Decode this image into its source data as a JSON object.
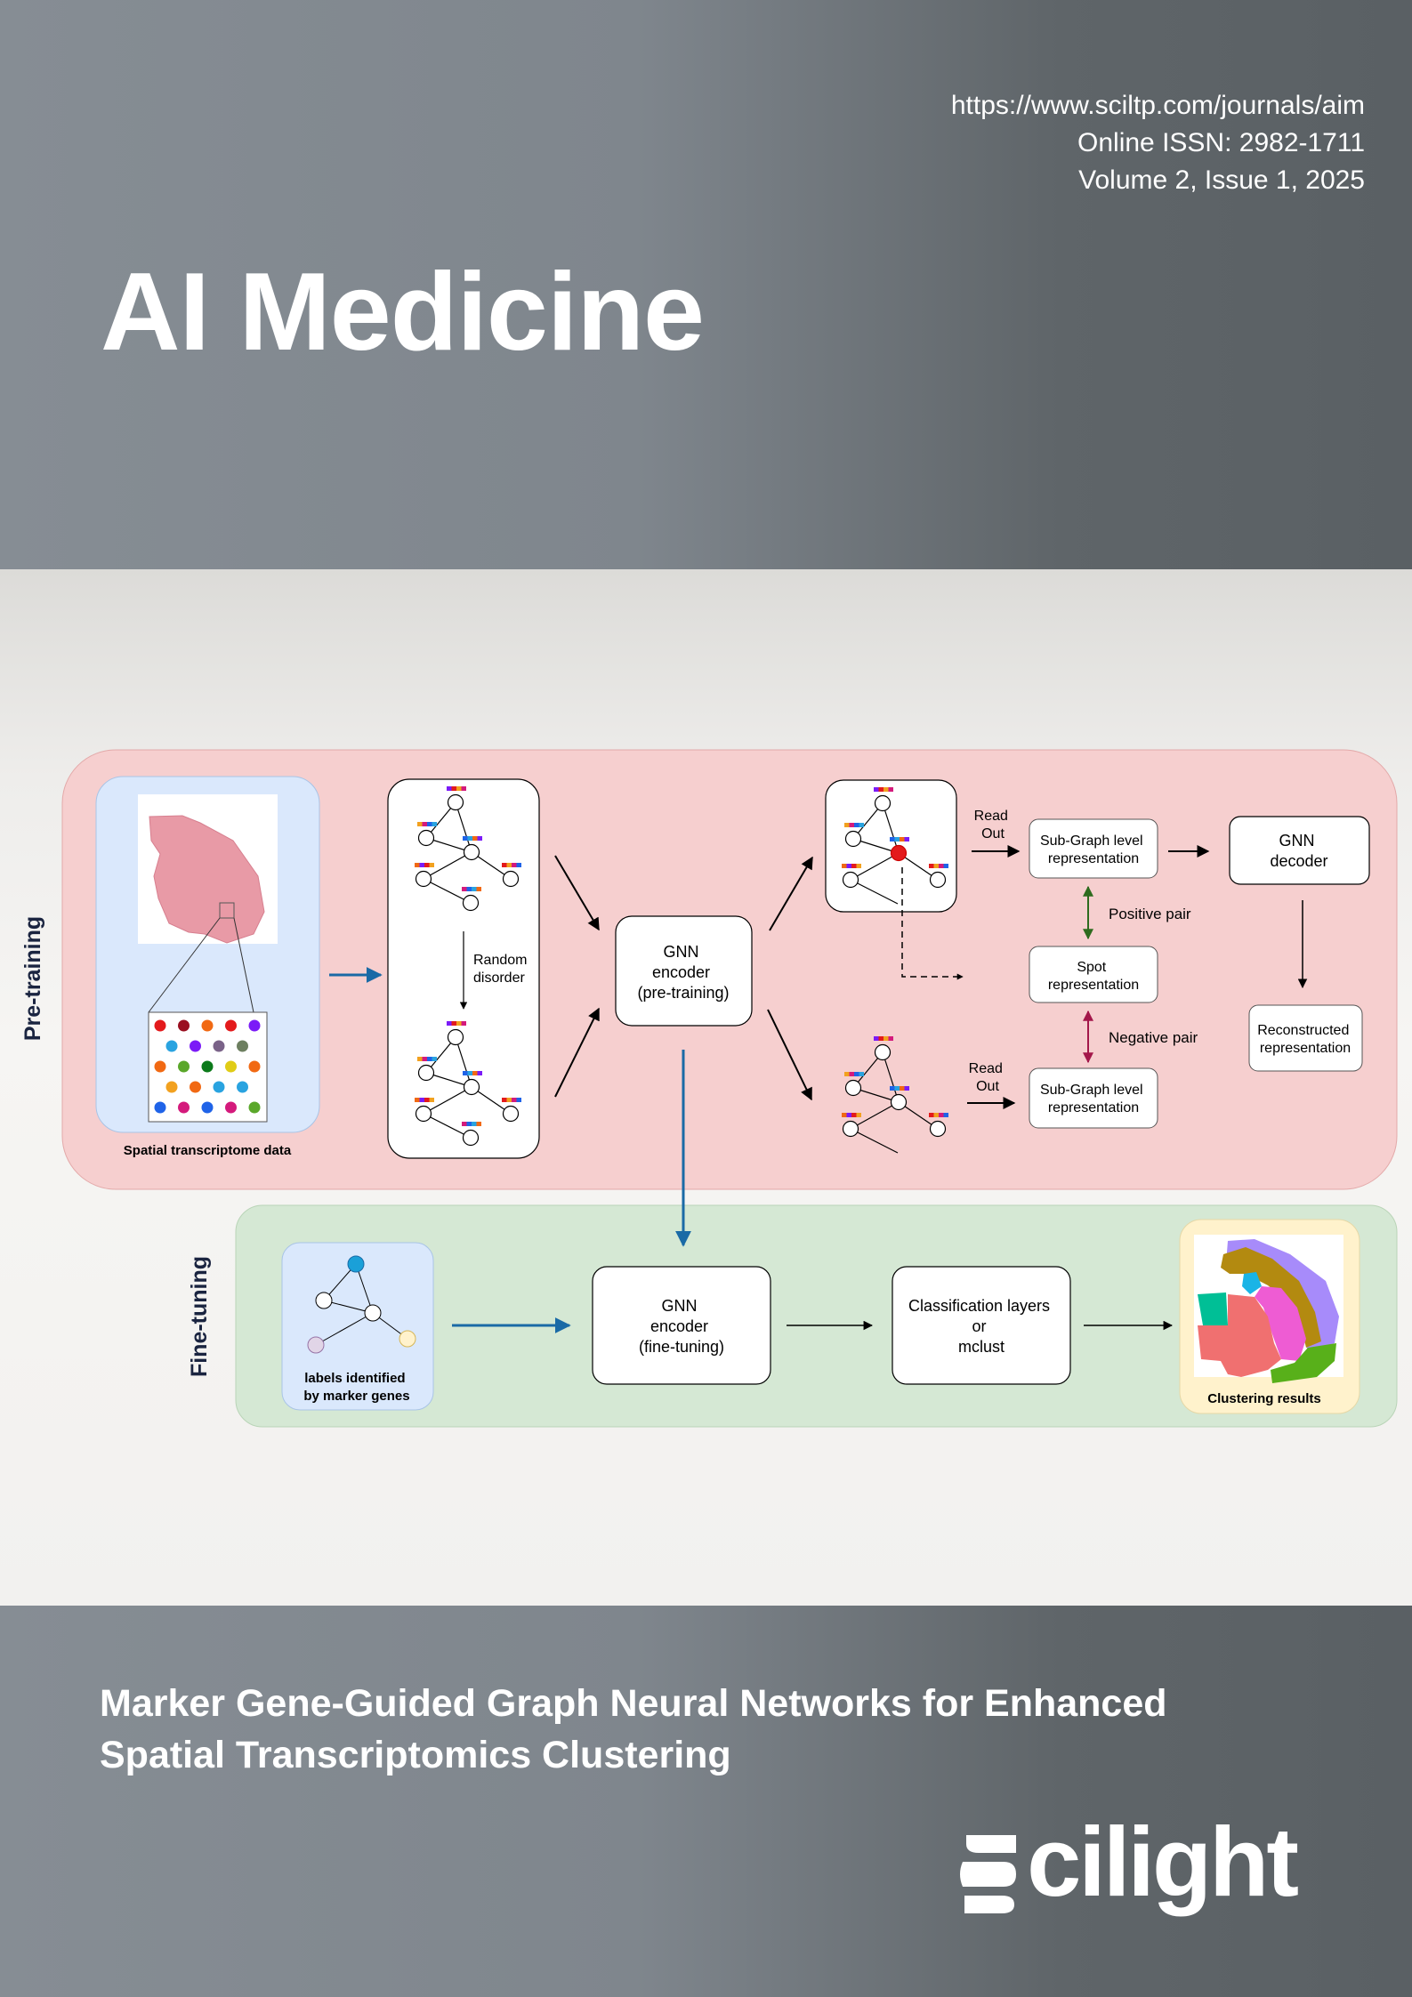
{
  "header": {
    "url": "https://www.sciltp.com/journals/aim",
    "issn": "Online ISSN: 2982-1711",
    "volume": "Volume 2, Issue 1, 2025",
    "journal_title": "AI Medicine"
  },
  "figure": {
    "pretraining_label": "Pre-training",
    "finetuning_label": "Fine-tuning",
    "spatial_data_label": "Spatial transcriptome data",
    "random_disorder": [
      "Random",
      "disorder"
    ],
    "gnn_encoder_pretrain": [
      "GNN",
      "encoder",
      "(pre-training)"
    ],
    "read_out": [
      "Read",
      "Out"
    ],
    "subgraph_repr": [
      "Sub-Graph level",
      "representation"
    ],
    "spot_repr": [
      "Spot",
      "representation"
    ],
    "positive_pair": "Positive pair",
    "negative_pair": "Negative pair",
    "gnn_decoder": [
      "GNN",
      "decoder"
    ],
    "reconstructed_repr": [
      "Reconstructed",
      "representation"
    ],
    "labels_marker": [
      "labels identified",
      "by marker genes"
    ],
    "gnn_encoder_finetune": [
      "GNN",
      "encoder",
      "(fine-tuning)"
    ],
    "classification": [
      "Classification layers",
      "or",
      "mclust"
    ],
    "clustering_results": "Clustering results",
    "colors": {
      "pretrain_bg": "#f6cfcf",
      "finetune_bg": "#d5e8d4",
      "data_box_bg": "#dae8fc",
      "result_box_bg": "#fff2cc",
      "blue_arrow": "#1a6aa6",
      "positive_arrow": "#2e6b1e",
      "negative_arrow": "#a3174a"
    },
    "spot_colors": [
      [
        "#e31a1c",
        "#9a0f20",
        "#f16913",
        "#e31a1c",
        "#7b1bf7"
      ],
      [
        "#29a3e0",
        "#7b1bf7",
        "#7a6288",
        "#6d7f60"
      ],
      [
        "#f16913",
        "#5aa72a",
        "#0b7a1a",
        "#e0cc16",
        "#f16913"
      ],
      [
        "#f2a11f",
        "#f16913",
        "#29a3e0",
        "#29a3e0"
      ],
      [
        "#1f63e8",
        "#d41a7c",
        "#1f63e8",
        "#d41a7c",
        "#5aa72a"
      ]
    ]
  },
  "article": {
    "title_line1": "Marker Gene-Guided Graph Neural Networks for Enhanced",
    "title_line2": "Spatial Transcriptomics Clustering"
  },
  "publisher": {
    "name": "cilight"
  }
}
